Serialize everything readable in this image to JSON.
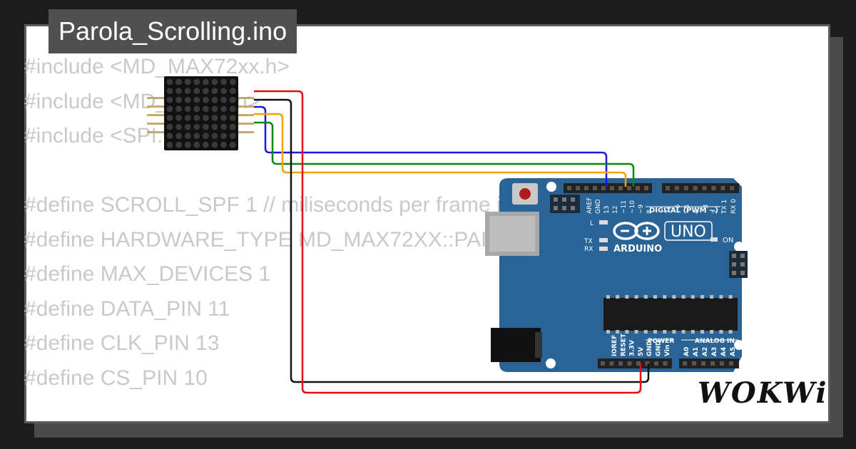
{
  "title": "Parola_Scrolling.ino",
  "code_lines": [
    "#include <MD_MAX72xx.h>",
    "#include <MD_Parola.h>",
    "#include <SPI.h>",
    "",
    "#define SCROLL_SPF 1 // miliseconds per frame in simulat",
    "#define HARDWARE_TYPE MD_MAX72XX::PAROLA_HW",
    "#define MAX_DEVICES 1",
    "#define DATA_PIN 11",
    "#define CLK_PIN 13",
    "#define CS_PIN 10"
  ],
  "board": {
    "name": "UNO",
    "brand": "ARDUINO",
    "digital_label": "DIGITAL (PWM ~)",
    "power_label": "POWER",
    "analog_label": "ANALOG IN",
    "on_label": "ON",
    "l_label": "L",
    "tx_label": "TX",
    "rx_label": "RX",
    "digital_pins": [
      "AREF",
      "GND",
      "13",
      "12",
      "~11",
      "~10",
      "~9",
      "8",
      "7",
      "~6",
      "~5",
      "4",
      "~3",
      "2",
      "TX 1",
      "RX 0"
    ],
    "power_pins": [
      "IOREF",
      "RESET",
      "3.3V",
      "5V",
      "GND",
      "GND",
      "Vin"
    ],
    "analog_pins": [
      "A0",
      "A1",
      "A2",
      "A3",
      "A4",
      "A5"
    ]
  },
  "brand_logo": "WOKWi",
  "colors": {
    "board": "#2a6496",
    "wire_blue": "#1a1adf",
    "wire_green": "#0a8a0a",
    "wire_orange": "#f5a100",
    "wire_black": "#111111",
    "wire_red": "#e01010"
  }
}
